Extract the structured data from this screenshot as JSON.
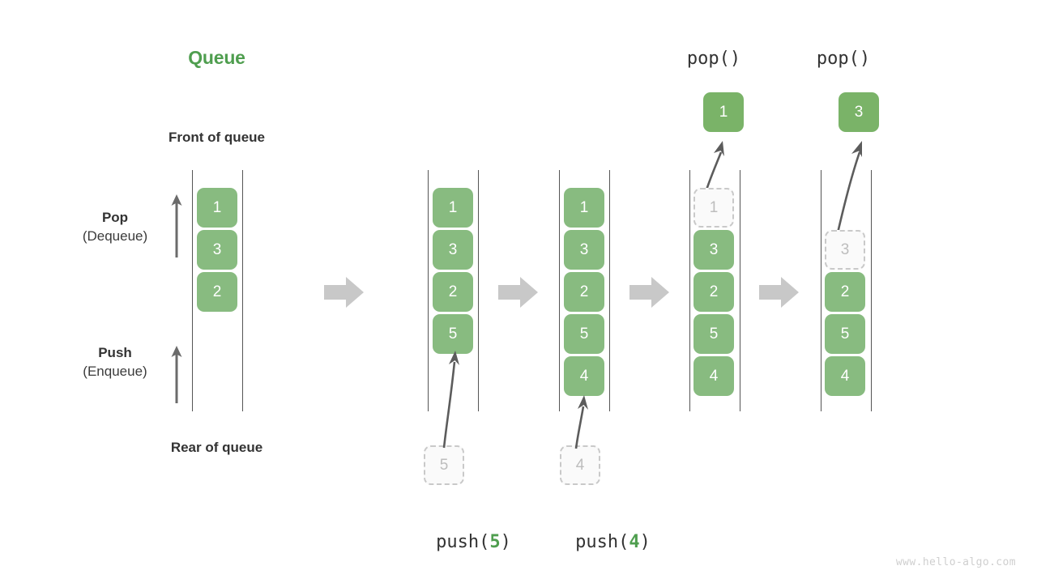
{
  "diagram": {
    "title": "Queue",
    "title_color": "#4f9e4f",
    "front_label": "Front of queue",
    "rear_label": "Rear of queue",
    "pop_label_main": "Pop",
    "pop_label_sub": "(Dequeue)",
    "push_label_main": "Push",
    "push_label_sub": "(Enqueue)",
    "watermark": "www.hello-algo.com",
    "element_color": "#88bb80",
    "ghost_color": "#c9c9c9",
    "arrow_color": "#c8c8c8"
  },
  "stages": [
    {
      "id": "initial",
      "caption": "",
      "cells": [
        "1",
        "3",
        "2"
      ],
      "incoming": null,
      "popped": null
    },
    {
      "id": "push-5",
      "caption_prefix": "push(",
      "caption_arg": "5",
      "caption_suffix": ")",
      "cells": [
        "1",
        "3",
        "2",
        "5"
      ],
      "incoming": "5",
      "popped": null
    },
    {
      "id": "push-4",
      "caption_prefix": "push(",
      "caption_arg": "4",
      "caption_suffix": ")",
      "cells": [
        "1",
        "3",
        "2",
        "5",
        "4"
      ],
      "incoming": "4",
      "popped": null
    },
    {
      "id": "pop-1",
      "top_caption": "pop()",
      "cells": [
        "1",
        "3",
        "2",
        "5",
        "4"
      ],
      "ghost_index": 0,
      "popped": "1"
    },
    {
      "id": "pop-3",
      "top_caption": "pop()",
      "cells": [
        "3",
        "2",
        "5",
        "4"
      ],
      "ghost_index": 0,
      "popped": "3"
    }
  ],
  "transition_arrows": [
    "arrow-right-icon",
    "arrow-right-icon",
    "arrow-right-icon",
    "arrow-right-icon"
  ]
}
